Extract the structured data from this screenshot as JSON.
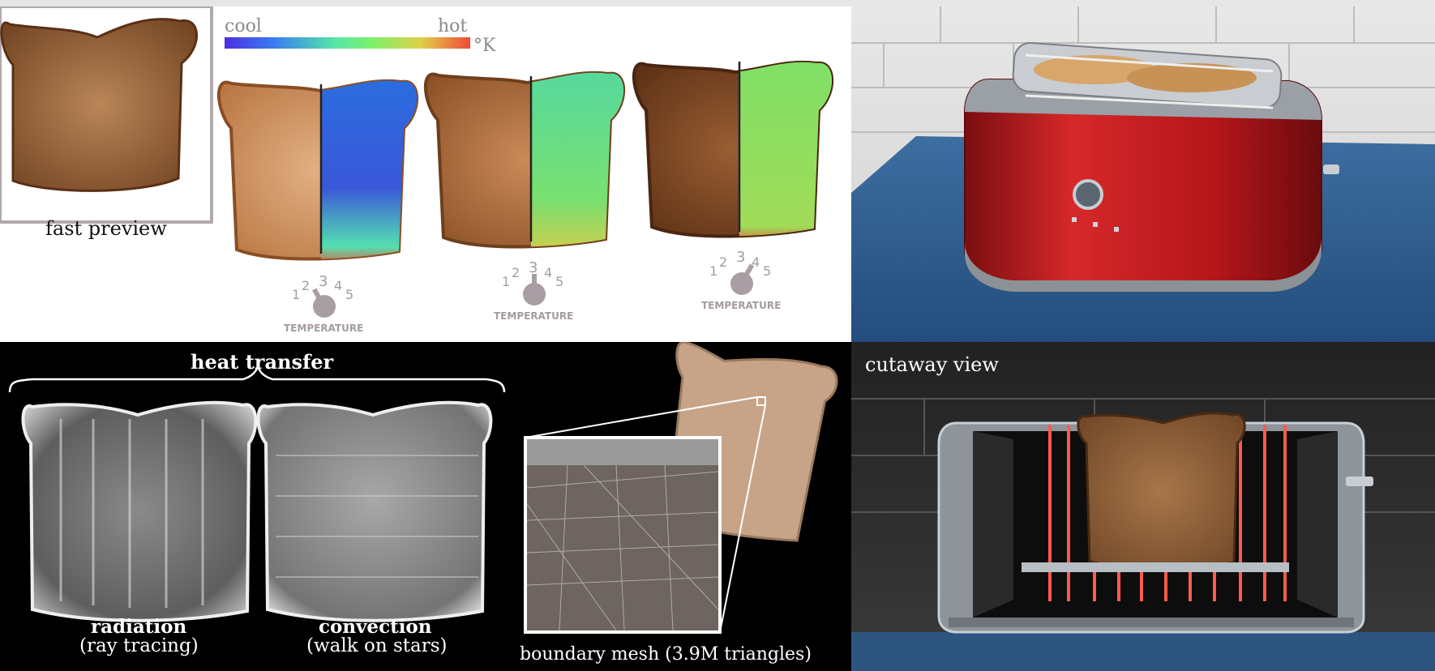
{
  "fast_preview": {
    "label": "fast preview"
  },
  "colorbar": {
    "low_label": "cool",
    "high_label": "hot",
    "unit": "°K"
  },
  "dial_numbers": [
    "1",
    "2",
    "3",
    "4",
    "5"
  ],
  "temperature_label": "TEMPERATURE",
  "heat_transfer": {
    "title": "heat transfer",
    "radiation": {
      "title": "radiation",
      "subtitle": "(ray tracing)"
    },
    "convection": {
      "title": "convection",
      "subtitle": "(walk on stars)"
    }
  },
  "boundary_mesh": {
    "caption": "boundary mesh (3.9M triangles)"
  },
  "cutaway": {
    "label": "cutaway view"
  },
  "colors": {
    "toast_crust": "#6e3f1c",
    "toast_crumb": "#c98d5b",
    "toaster_red": "#b4161a",
    "counter_blue": "#2d5f93",
    "heating_element": "#ff5a4a"
  }
}
